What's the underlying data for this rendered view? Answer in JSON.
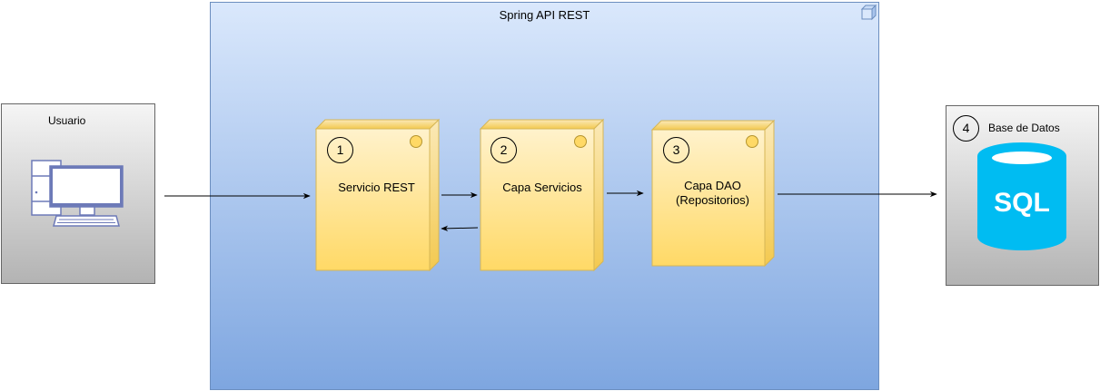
{
  "container": {
    "title": "Spring API REST"
  },
  "user": {
    "label": "Usuario",
    "icon": "desktop-computer-icon"
  },
  "database": {
    "number": "4",
    "label": "Base de Datos",
    "icon_text": "SQL",
    "icon": "sql-database-icon"
  },
  "nodes": [
    {
      "number": "1",
      "label": "Servicio REST"
    },
    {
      "number": "2",
      "label": "Capa Servicios"
    },
    {
      "number": "3",
      "label_line1": "Capa DAO",
      "label_line2": "(Repositorios)"
    }
  ],
  "colors": {
    "container_fill_top": "#dae8fc",
    "container_fill_bottom": "#7ea6e0",
    "container_border": "#6c8ebf",
    "node_fill_top": "#fff2cc",
    "node_fill_bottom": "#ffd966",
    "node_border": "#d6b656",
    "side_fill_top": "#f5f5f5",
    "side_fill_bottom": "#b3b3b3",
    "sql_blue": "#00bcf2",
    "computer_stroke": "#6d7ab8"
  }
}
